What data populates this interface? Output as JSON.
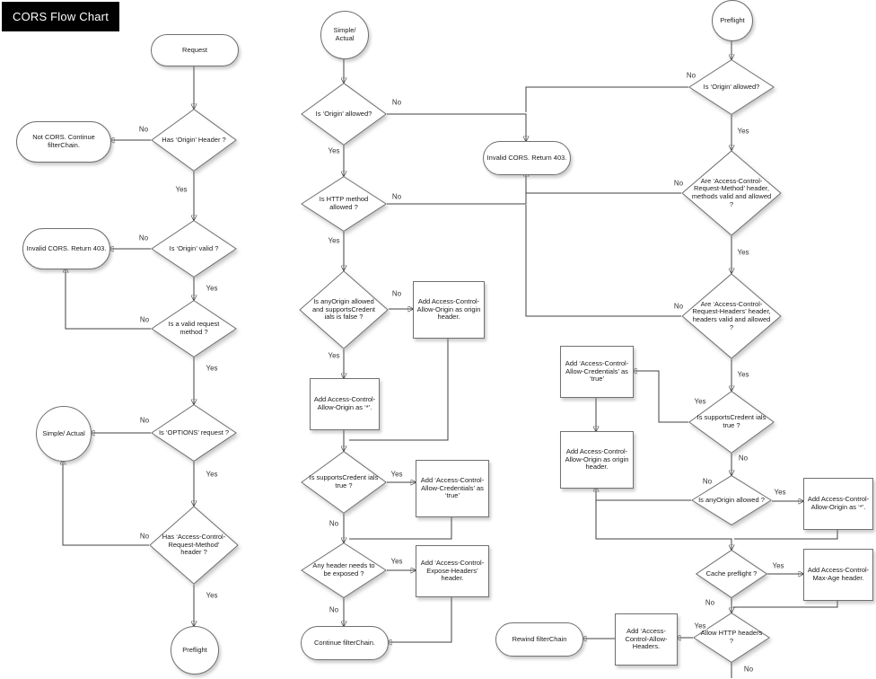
{
  "title": "CORS Flow Chart",
  "edge_labels": {
    "yes": "Yes",
    "no": "No"
  },
  "colors": {
    "line": "#404040",
    "shape_border": "#707070",
    "title_bg": "#000000",
    "title_fg": "#ffffff"
  },
  "col1": {
    "start": "Request",
    "d_has_origin_header": "Has ‘Origin’ Header ?",
    "not_cors": "Not CORS. Continue filterChain.",
    "d_origin_valid": "Is ‘Origin’ valid ?",
    "invalid_cors": "Invalid CORS. Return 403.",
    "d_valid_method": "Is a valid request method ?",
    "d_options_request": "Is ‘OPTIONS’ request ?",
    "simple_actual": "Simple/ Actual",
    "d_has_acrm_header": "Has ‘Access-Control-Request-Method’ header ?",
    "preflight": "Preflight"
  },
  "col2": {
    "start": "Simple/ Actual",
    "d_origin_allowed": "Is ‘Origin’ allowed?",
    "invalid_cors": "Invalid CORS. Return 403.",
    "d_http_method_allowed": "Is HTTP method allowed ?",
    "d_anyorigin_cred_false": "Is anyOrigin allowed and supportsCredent ials is false ?",
    "r_allow_origin_header": "Add Access-Control-Allow-Origin as origin header.",
    "r_allow_origin_star": "Add Access-Control-Allow-Origin as ‘*’.",
    "d_supports_cred": "Is supportsCredent ials true ?",
    "r_allow_credentials": "Add ‘Access-Control-Allow-Credentials’ as ‘true’",
    "d_header_exposed": "Any header needs to be exposed ?",
    "r_expose_headers": "Add ‘Access-Control-Expose-Headers’ header.",
    "end": "Continue filterChain."
  },
  "col3": {
    "start": "Preflight",
    "d_origin_allowed": "Is ‘Origin’ allowed?",
    "d_acrm_valid": "Are ‘Access-Control-Request-Method’ header, methods  valid and allowed ?",
    "d_acrh_valid": "Are ‘Access-Control-Request-Headers’ header, headers valid and allowed ?",
    "d_supports_cred": "Is supportsCredent ials true ?",
    "r_allow_credentials": "Add ‘Access-Control-Allow-Credentials’ as ‘true’",
    "r_allow_origin_header": "Add Access-Control-Allow-Origin as origin header.",
    "d_anyorigin_allowed": "Is anyOrigin allowed ?",
    "r_allow_origin_star": "Add Access-Control-Allow-Origin as ‘*’.",
    "d_cache_preflight": "Cache preflight ?",
    "r_max_age": "Add Access-Control-Max-Age header.",
    "d_allow_http_headers": "Allow HTTP headers ?",
    "r_allow_headers": "Add ‘Access-Control-Allow-Headers.",
    "end": "Rewind filterChain"
  }
}
